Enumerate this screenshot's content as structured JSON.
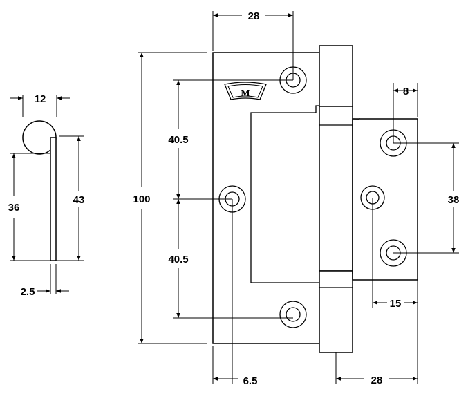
{
  "dimensions": {
    "side_width": "12",
    "side_pin_height": "36",
    "side_total_height": "43",
    "side_thickness": "2.5",
    "overall_height": "100",
    "upper_spacing": "40.5",
    "lower_spacing": "40.5",
    "top_hole_offset": "28",
    "bottom_leaf_width": "28",
    "edge_hole_offset": "6.5",
    "right_hole_offset": "8",
    "right_hole_spacing": "38",
    "right_center_offset": "15"
  },
  "logo": {
    "letter": "M"
  }
}
